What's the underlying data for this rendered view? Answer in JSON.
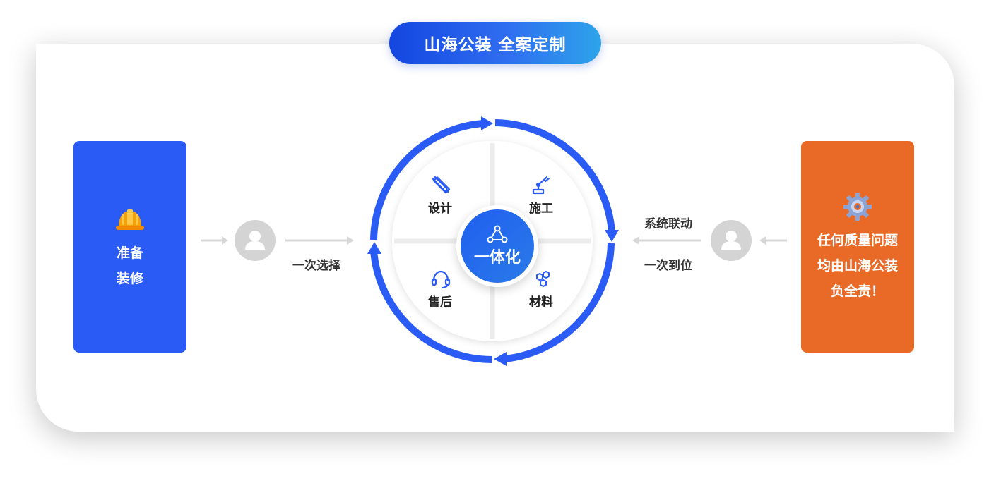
{
  "title": "山海公装 全案定制",
  "left_box": {
    "lines": [
      "准备",
      "装修"
    ],
    "color": "#2b5bf5",
    "icon": "hard-hat-icon"
  },
  "right_box": {
    "lines": [
      "任何质量问题",
      "均由山海公装",
      "负全责！"
    ],
    "color": "#e96a26",
    "icon": "gear-icon"
  },
  "left_flow": {
    "label": "一次选择"
  },
  "right_flow": {
    "label_top": "系统联动",
    "label_bottom": "一次到位"
  },
  "center": {
    "label": "一体化",
    "icon": "connected-nodes-icon",
    "color": "#1f5ff0"
  },
  "quadrants": [
    {
      "label": "设计",
      "icon": "ruler-pencil-icon"
    },
    {
      "label": "施工",
      "icon": "robot-arm-icon"
    },
    {
      "label": "售后",
      "icon": "headset-icon"
    },
    {
      "label": "材料",
      "icon": "hexagons-icon"
    }
  ],
  "colors": {
    "ring": "#2b5bf5",
    "avatar": "#d4d4d4",
    "arrow": "#d8d8d8"
  }
}
